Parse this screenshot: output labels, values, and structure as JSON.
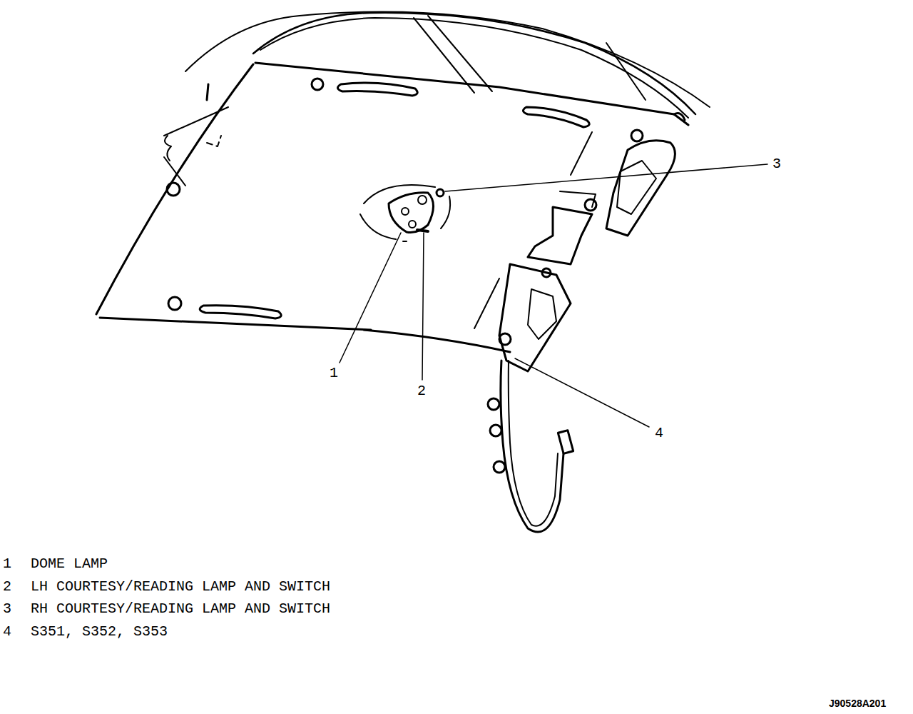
{
  "diagram": {
    "labels": [
      "1",
      "2",
      "3",
      "4",
      "1",
      "DOME LAMP",
      "2",
      "LH COURTESY/READING LAMP AND SWITCH",
      "3",
      "RH COURTESY/READING LAMP AND SWITCH",
      "4",
      "S351, S352, S353",
      "J90528A201"
    ]
  }
}
